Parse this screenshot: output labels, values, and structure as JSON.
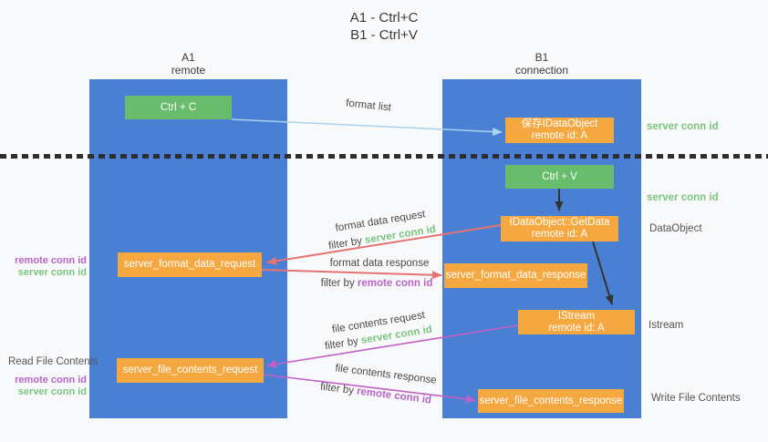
{
  "title": {
    "line1": "A1 - Ctrl+C",
    "line2": "B1 - Ctrl+V"
  },
  "columns": {
    "a1": {
      "name": "A1",
      "role": "remote"
    },
    "b1": {
      "name": "B1",
      "role": "connection"
    }
  },
  "nodes": {
    "ctrl_c": {
      "label": "Ctrl + C"
    },
    "ctrl_v": {
      "label": "Ctrl + V"
    },
    "save_dataobject": {
      "line1": "保存IDataObject",
      "line2": "remote id: A"
    },
    "getdata": {
      "line1": "IDataObject::GetData",
      "line2": "remote id: A"
    },
    "istream": {
      "line1": "IStream",
      "line2": "remote id: A"
    },
    "server_format_data_request": {
      "label": "server_format_data_request"
    },
    "server_format_data_response": {
      "label": "server_format_data_response"
    },
    "server_file_contents_request": {
      "label": "server_file_contents_request"
    },
    "server_file_contents_response": {
      "label": "server_file_contents_response"
    }
  },
  "arrow_labels": {
    "format_list": "format list",
    "format_data_request": "format data request",
    "format_data_response": "format data response",
    "file_contents_request": "file contents request",
    "file_contents_response": "file contents response",
    "filter_by": "filter by",
    "server_conn_id": "server conn id",
    "remote_conn_id": "remote conn id"
  },
  "side_labels": {
    "server_conn_id_top": "server conn id",
    "server_conn_id_mid": "server conn id",
    "dataobject": "DataObject",
    "istream": "Istream",
    "write_file_contents": "Write File Contents",
    "read_file_contents": "Read File Contents",
    "left_remote_conn_id_1": "remote conn id",
    "left_server_conn_id_1": "server conn id",
    "left_remote_conn_id_2": "remote conn id",
    "left_server_conn_id_2": "server conn id"
  },
  "colors": {
    "background": "#f8f9fa",
    "column_blue": "#4a80d4",
    "box_green": "#68bd6c",
    "box_orange": "#f6a840",
    "label_green": "#7cc47f",
    "label_purple": "#b964c8",
    "arrow_light_blue": "#a9d3ee",
    "arrow_red": "#e57373",
    "arrow_magenta": "#c45fc5",
    "arrow_black": "#333333",
    "dotted_line": "#2e2e2e"
  }
}
